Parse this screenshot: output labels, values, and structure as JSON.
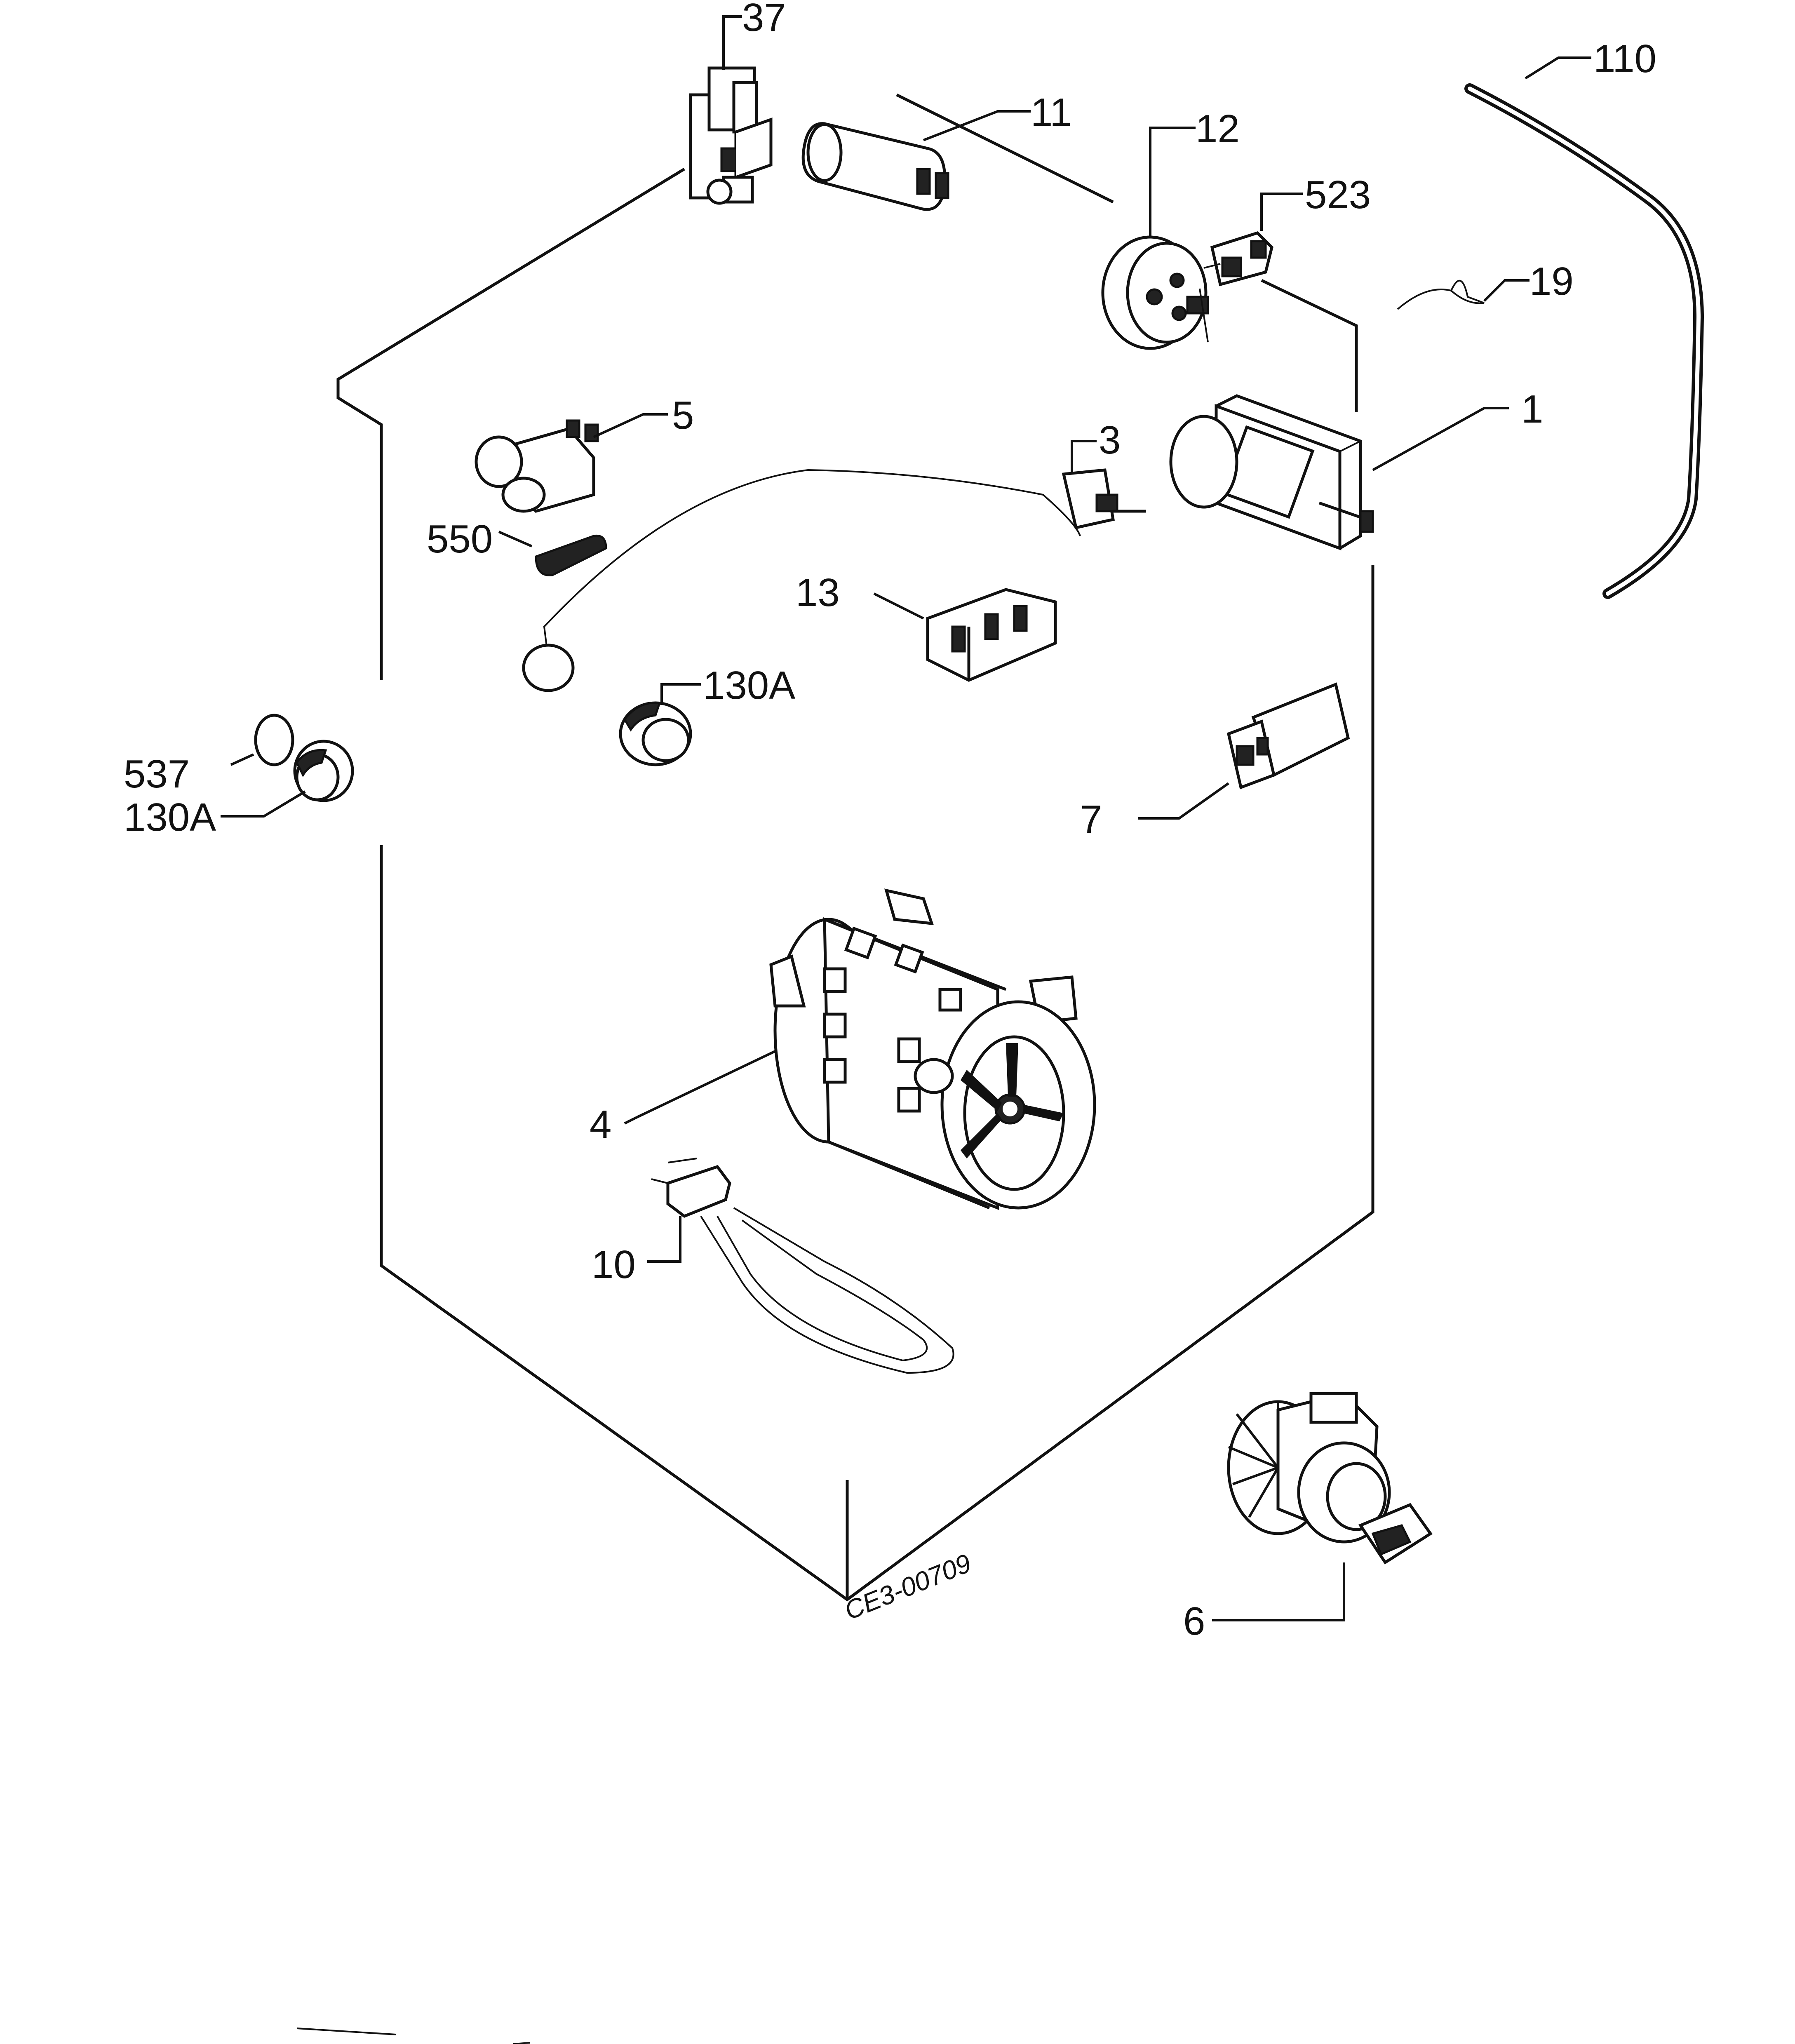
{
  "diagram": {
    "drawing_code": "CE3-00709",
    "callouts": [
      {
        "id": "37",
        "text": "37"
      },
      {
        "id": "11",
        "text": "11"
      },
      {
        "id": "12",
        "text": "12"
      },
      {
        "id": "523",
        "text": "523"
      },
      {
        "id": "110",
        "text": "110"
      },
      {
        "id": "19",
        "text": "19"
      },
      {
        "id": "1",
        "text": "1"
      },
      {
        "id": "5",
        "text": "5"
      },
      {
        "id": "3",
        "text": "3"
      },
      {
        "id": "550",
        "text": "550"
      },
      {
        "id": "13",
        "text": "13"
      },
      {
        "id": "130A_inner",
        "text": "130A"
      },
      {
        "id": "537",
        "text": "537"
      },
      {
        "id": "130A_outer",
        "text": "130A"
      },
      {
        "id": "7",
        "text": "7"
      },
      {
        "id": "4",
        "text": "4"
      },
      {
        "id": "10",
        "text": "10"
      },
      {
        "id": "6",
        "text": "6"
      }
    ]
  }
}
